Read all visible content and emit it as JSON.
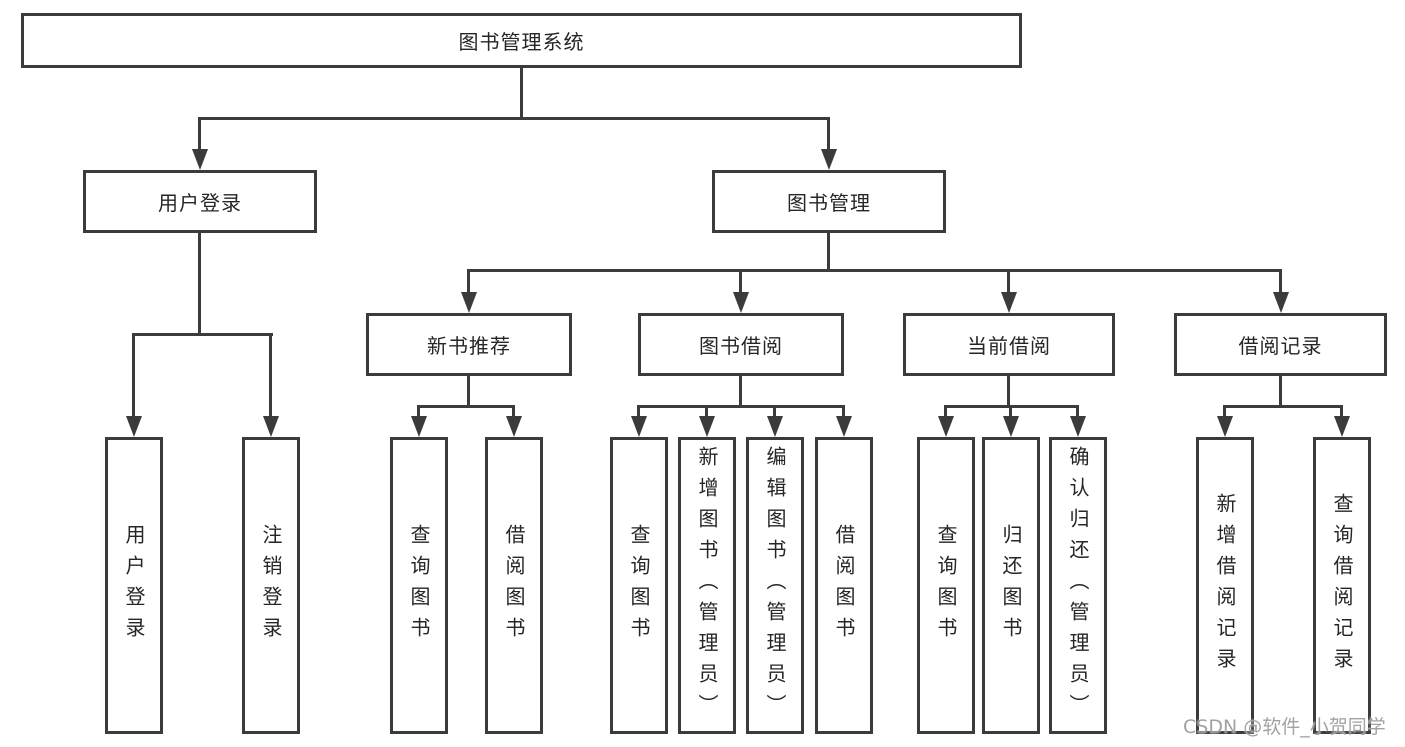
{
  "diagram": {
    "root": {
      "label": "图书管理系统"
    },
    "level2": [
      {
        "label": "用户登录"
      },
      {
        "label": "图书管理"
      }
    ],
    "level3": [
      {
        "label": "新书推荐",
        "parent": "图书管理"
      },
      {
        "label": "图书借阅",
        "parent": "图书管理"
      },
      {
        "label": "当前借阅",
        "parent": "图书管理"
      },
      {
        "label": "借阅记录",
        "parent": "图书管理"
      }
    ],
    "leaves": [
      {
        "label": "用户登录",
        "parent": "用户登录"
      },
      {
        "label": "注销登录",
        "parent": "用户登录"
      },
      {
        "label": "查询图书",
        "parent": "新书推荐"
      },
      {
        "label": "借阅图书",
        "parent": "新书推荐"
      },
      {
        "label": "查询图书",
        "parent": "图书借阅"
      },
      {
        "label": "新增图书（管理员）",
        "parent": "图书借阅"
      },
      {
        "label": "编辑图书（管理员）",
        "parent": "图书借阅"
      },
      {
        "label": "借阅图书",
        "parent": "图书借阅"
      },
      {
        "label": "查询图书",
        "parent": "当前借阅"
      },
      {
        "label": "归还图书",
        "parent": "当前借阅"
      },
      {
        "label": "确认归还（管理员）",
        "parent": "当前借阅"
      },
      {
        "label": "新增借阅记录",
        "parent": "借阅记录"
      },
      {
        "label": "查询借阅记录",
        "parent": "借阅记录"
      }
    ],
    "watermark": "CSDN @软件_小贺同学",
    "colors": {
      "line": "#3b3b3b",
      "text": "#262626",
      "watermark": "#989898",
      "background": "#ffffff"
    }
  }
}
